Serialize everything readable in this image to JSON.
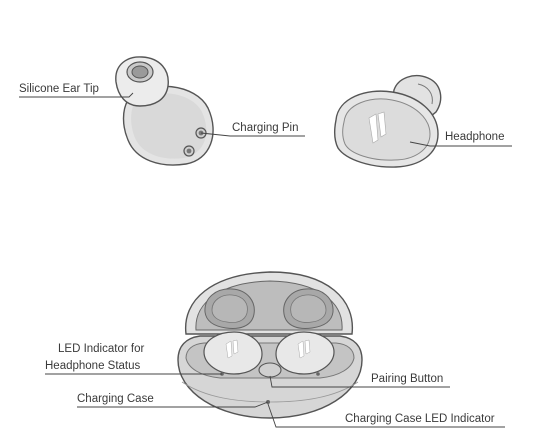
{
  "labels": {
    "silicone_ear_tip": "Silicone Ear Tip",
    "charging_pin": "Charging Pin",
    "headphone": "Headphone",
    "led_indicator_line1": "LED Indicator for",
    "led_indicator_line2": "Headphone Status",
    "pairing_button": "Pairing Button",
    "charging_case": "Charging Case",
    "charging_case_led": "Charging Case LED Indicator"
  },
  "colors": {
    "outline": "#555555",
    "fill_light": "#e6e6e6",
    "fill_mid": "#cfcfcf",
    "fill_dark": "#b5b5b5",
    "leader_line": "#444444"
  },
  "icons": {
    "brand_logo": "1more-logo"
  }
}
